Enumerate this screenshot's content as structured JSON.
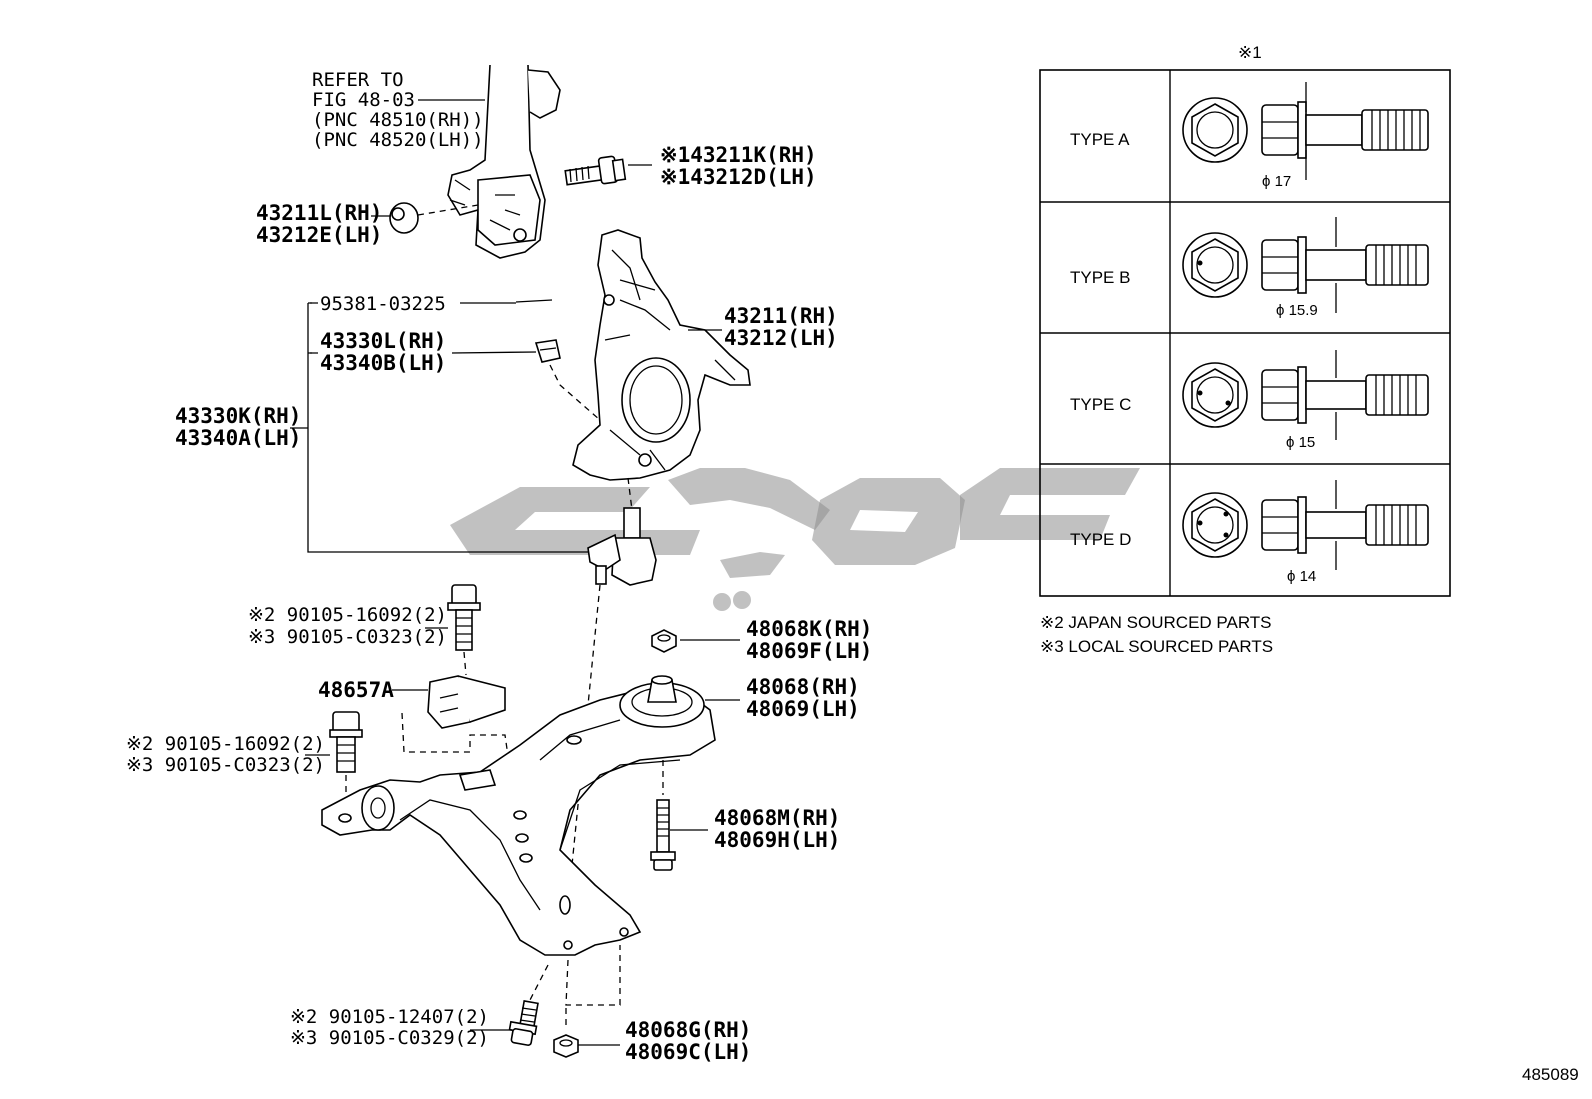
{
  "refer": {
    "line1": "REFER TO",
    "line2": "FIG 48-03",
    "line3": "(PNC 48510(RH))",
    "line4": "(PNC 48520(LH))"
  },
  "labels": {
    "bolt_rh": "※143211K(RH)",
    "bolt_lh": "※143212D(LH)",
    "bushing_rh": "43211L(RH)",
    "bushing_lh": "43212E(LH)",
    "cotter": "95381-03225",
    "clip_rh": "43330L(RH)",
    "clip_lh": "43340B(LH)",
    "balljoint_rh": "43330K(RH)",
    "balljoint_lh": "43340A(LH)",
    "knuckle_rh": "43211(RH)",
    "knuckle_lh": "43212(LH)",
    "bolt_a1": "※2 90105-16092(2)",
    "bolt_a2": "※3 90105-C0323(2)",
    "bracket": "48657A",
    "bolt_b1": "※2 90105-16092(2)",
    "bolt_b2": "※3 90105-C0323(2)",
    "nut_k_rh": "48068K(RH)",
    "nut_k_lh": "48069F(LH)",
    "bush_rh": "48068(RH)",
    "bush_lh": "48069(LH)",
    "bolt_m_rh": "48068M(RH)",
    "bolt_m_lh": "48069H(LH)",
    "bolt_c1": "※2 90105-12407(2)",
    "bolt_c2": "※3 90105-C0329(2)",
    "nut_g_rh": "48068G(RH)",
    "nut_g_lh": "48069C(LH)"
  },
  "type_table": {
    "header": "※1",
    "rows": [
      {
        "type": "TYPE A",
        "diameter": "ϕ 17"
      },
      {
        "type": "TYPE B",
        "diameter": "ϕ 15.9"
      },
      {
        "type": "TYPE C",
        "diameter": "ϕ 15"
      },
      {
        "type": "TYPE D",
        "diameter": "ϕ 14"
      }
    ]
  },
  "notes": {
    "note2": "※2 JAPAN SOURCED PARTS",
    "note3": "※3 LOCAL SOURCED PARTS"
  },
  "figure_number": "485089",
  "colors": {
    "line": "#000000",
    "watermark": "#8e8e8e",
    "background": "#ffffff"
  }
}
